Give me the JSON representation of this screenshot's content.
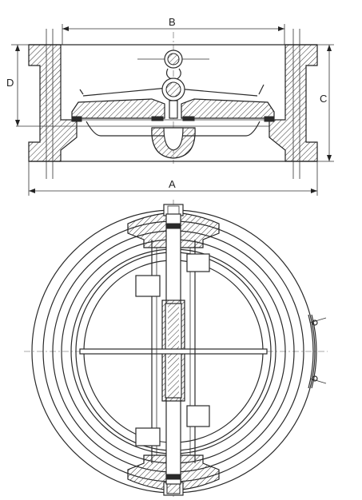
{
  "drawing": {
    "dimensions": {
      "a": "A",
      "b": "B",
      "c": "C",
      "d": "D"
    },
    "colors": {
      "ink": "#2a2a2a",
      "paper": "#ffffff"
    }
  }
}
